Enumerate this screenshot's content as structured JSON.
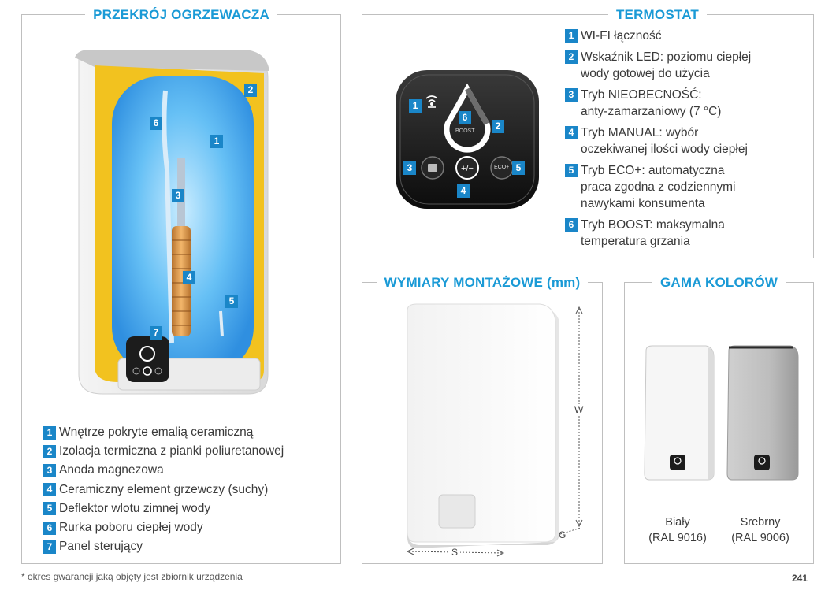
{
  "sections": {
    "cross_section": "PRZEKRÓJ OGRZEWACZA",
    "thermostat": "TERMOSTAT",
    "dimensions": "WYMIARY MONTAŻOWE (mm)",
    "colors": "GAMA KOLORÓW"
  },
  "cross_section_legend": [
    {
      "num": "1",
      "text": "Wnętrze pokryte emalią ceramiczną"
    },
    {
      "num": "2",
      "text": "Izolacja termiczna z pianki poliuretanowej"
    },
    {
      "num": "3",
      "text": "Anoda magnezowa"
    },
    {
      "num": "4",
      "text": "Ceramiczny element grzewczy (suchy)"
    },
    {
      "num": "5",
      "text": "Deflektor wlotu zimnej wody"
    },
    {
      "num": "6",
      "text": "Rurka poboru ciepłej wody"
    },
    {
      "num": "7",
      "text": "Panel sterujący"
    }
  ],
  "diagram_callouts": [
    "1",
    "2",
    "3",
    "4",
    "5",
    "6",
    "7"
  ],
  "thermostat_features": [
    {
      "num": "1",
      "text": "WI-FI łączność"
    },
    {
      "num": "2",
      "text": "Wskaźnik LED: poziomu ciepłej\nwody gotowej do użycia"
    },
    {
      "num": "3",
      "text": "Tryb NIEOBECNOŚĆ:\nanty-zamarzaniowy (7 °C)"
    },
    {
      "num": "4",
      "text": "Tryb MANUAL: wybór\noczekiwanej ilości wody ciepłej"
    },
    {
      "num": "5",
      "text": "Tryb ECO+: automatyczna\npraca zgodna z codziennymi\nnawykami konsumenta"
    },
    {
      "num": "6",
      "text": "Tryb BOOST: maksymalna\ntemperatura grzania"
    }
  ],
  "thermostat_panel": {
    "boost": "BOOST",
    "eco": "ECO+",
    "callouts": [
      "1",
      "2",
      "3",
      "4",
      "5",
      "6"
    ]
  },
  "dimensions": {
    "w": "W",
    "s": "S",
    "g": "G"
  },
  "color_options": [
    {
      "name": "Biały",
      "code": "(RAL 9016)"
    },
    {
      "name": "Srebrny",
      "code": "(RAL 9006)"
    }
  ],
  "footnote": "* okres gwarancji jaką objęty jest zbiornik urządzenia",
  "page_number": "241",
  "colors": {
    "accent": "#1a9ad6",
    "badge": "#1a86c8",
    "insulation": "#f2c21f",
    "tank": "#5ab8f2"
  }
}
